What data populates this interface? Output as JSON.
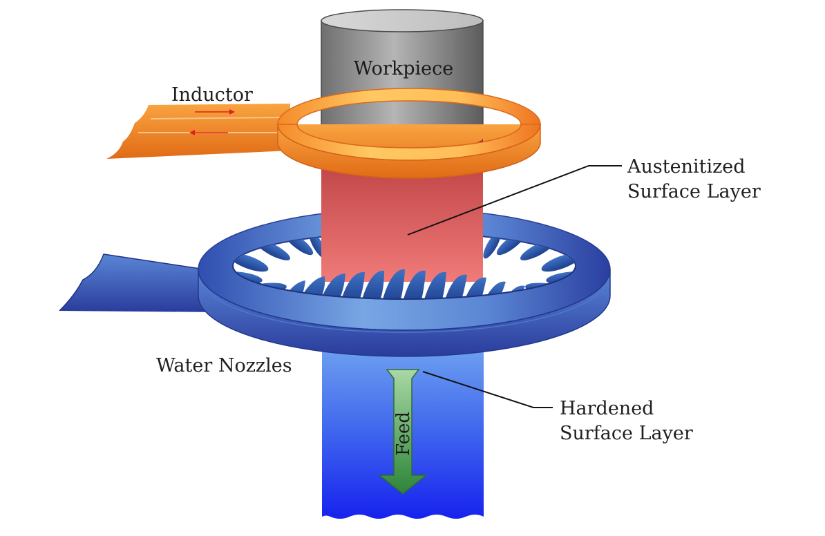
{
  "labels": {
    "workpiece": "Workpiece",
    "inductor": "Inductor",
    "austenitized_line1": "Austenitized",
    "austenitized_line2": "Surface Layer",
    "water_nozzles": "Water Nozzles",
    "hardened_line1": "Hardened",
    "hardened_line2": "Surface Layer",
    "feed": "Feed"
  },
  "colors": {
    "workpiece_light": "#e2e2e2",
    "workpiece_dark": "#6e6e6e",
    "inductor_light": "#ffd37a",
    "inductor_dark": "#f07a1e",
    "austenite_top": "#b93a3c",
    "austenite_bottom": "#f07a78",
    "ring_light": "#6f9ee0",
    "ring_dark": "#2a44a4",
    "hardened_top": "#79aef0",
    "hardened_bottom": "#1a28f0",
    "feed_arrow_top": "#a6d8a6",
    "feed_arrow_bottom": "#2f8a3c",
    "current_arrow": "#e02020"
  }
}
